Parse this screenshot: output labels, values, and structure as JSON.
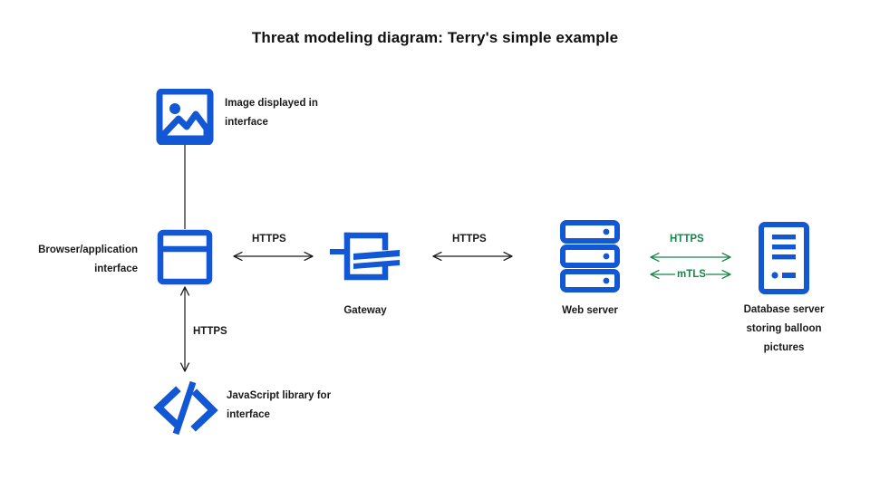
{
  "diagram": {
    "title": "Threat modeling diagram: Terry's simple example",
    "colors": {
      "icon_blue": "#1257d3",
      "secure_green": "#16874a",
      "edge_black": "#1a1a1a",
      "text": "#1a1a1a",
      "background": "#ffffff"
    },
    "nodes": [
      {
        "id": "image",
        "icon": "image-icon",
        "label": "Image displayed in\ninterface",
        "label_position": "right"
      },
      {
        "id": "browser",
        "icon": "browser-window-icon",
        "label": "Browser/application\ninterface",
        "label_position": "left"
      },
      {
        "id": "gateway",
        "icon": "gateway-icon",
        "label": "Gateway",
        "label_position": "below"
      },
      {
        "id": "webserver",
        "icon": "server-rack-icon",
        "label": "Web server",
        "label_position": "below"
      },
      {
        "id": "database",
        "icon": "database-tower-icon",
        "label": "Database server\nstoring balloon\npictures",
        "label_position": "below"
      },
      {
        "id": "jslibrary",
        "icon": "code-brackets-icon",
        "label": "JavaScript library for\ninterface",
        "label_position": "right"
      }
    ],
    "edges": [
      {
        "id": "image-to-browser",
        "from": "image",
        "to": "browser",
        "label": "",
        "color": "black",
        "arrowheads": "none",
        "orientation": "vertical"
      },
      {
        "id": "browser-to-jslibrary",
        "from": "browser",
        "to": "jslibrary",
        "label": "HTTPS",
        "color": "black",
        "arrowheads": "both",
        "orientation": "vertical"
      },
      {
        "id": "browser-to-gateway",
        "from": "browser",
        "to": "gateway",
        "label": "HTTPS",
        "color": "black",
        "arrowheads": "both",
        "orientation": "horizontal"
      },
      {
        "id": "gateway-to-webserver",
        "from": "gateway",
        "to": "webserver",
        "label": "HTTPS",
        "color": "black",
        "arrowheads": "both",
        "orientation": "horizontal"
      },
      {
        "id": "webserver-to-database-https",
        "from": "webserver",
        "to": "database",
        "label": "HTTPS",
        "color": "green",
        "arrowheads": "both",
        "orientation": "horizontal"
      },
      {
        "id": "webserver-to-database-mtls",
        "from": "webserver",
        "to": "database",
        "label": "mTLS",
        "color": "green",
        "arrowheads": "both",
        "orientation": "horizontal"
      }
    ]
  }
}
